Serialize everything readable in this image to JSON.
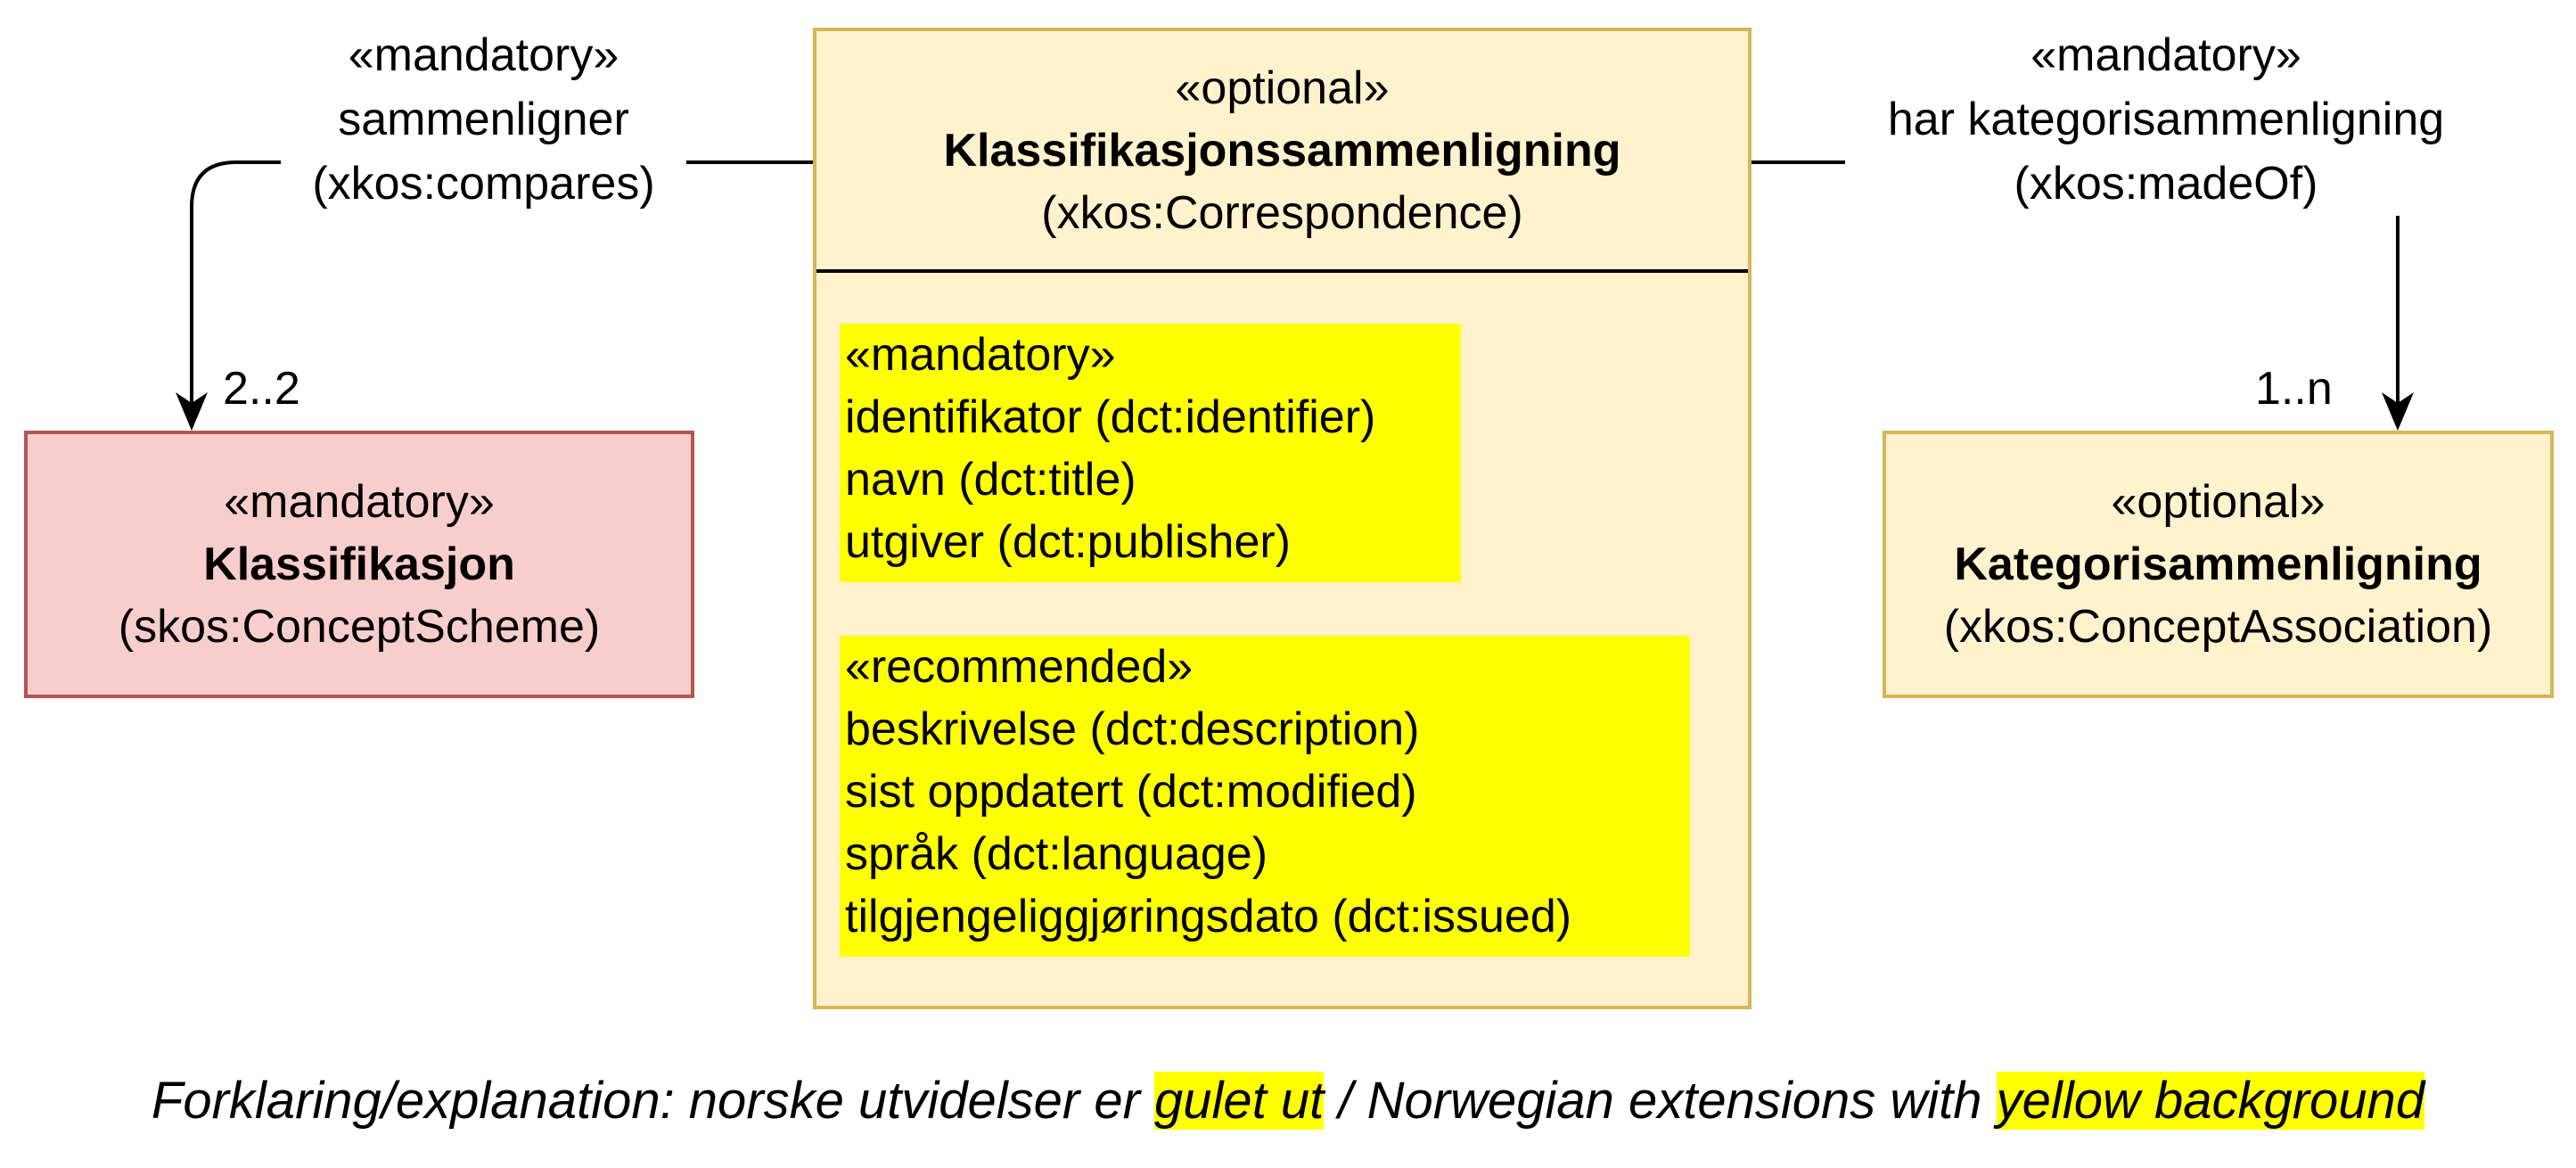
{
  "classes": {
    "correspondence": {
      "stereotype": "«optional»",
      "name": "Klassifikasjonssammenligning",
      "uri": "(xkos:Correspondence)",
      "fill": "#fff2cc",
      "stroke": "#d6b656",
      "attribute_groups": [
        {
          "stereotype": "«mandatory»",
          "items": [
            "identifikator (dct:identifier)",
            "navn (dct:title)",
            "utgiver (dct:publisher)"
          ]
        },
        {
          "stereotype": "«recommended»",
          "items": [
            "beskrivelse (dct:description)",
            "sist oppdatert (dct:modified)",
            "språk (dct:language)",
            "tilgjengeliggjøringsdato (dct:issued)"
          ]
        }
      ]
    },
    "classification": {
      "stereotype": "«mandatory»",
      "name": "Klassifikasjon",
      "uri": "(skos:ConceptScheme)",
      "fill": "#f8cecc",
      "stroke": "#b85450"
    },
    "concept_association": {
      "stereotype": "«optional»",
      "name": "Kategorisammenligning",
      "uri": "(xkos:ConceptAssociation)",
      "fill": "#fff2cc",
      "stroke": "#d6b656"
    }
  },
  "relations": {
    "compares": {
      "stereotype": "«mandatory»",
      "name": "sammenligner",
      "uri": "(xkos:compares)",
      "multiplicity": "2..2"
    },
    "made_of": {
      "stereotype": "«mandatory»",
      "name": "har kategorisammenligning",
      "uri": "(xkos:madeOf)",
      "multiplicity": "1..n"
    }
  },
  "legend": {
    "prefix": "Forklaring/explanation: norske utvidelser er ",
    "highlight1": "gulet ut",
    "middle": " / Norwegian extensions with ",
    "highlight2": "yellow background",
    "highlight_color": "#ffff00"
  }
}
